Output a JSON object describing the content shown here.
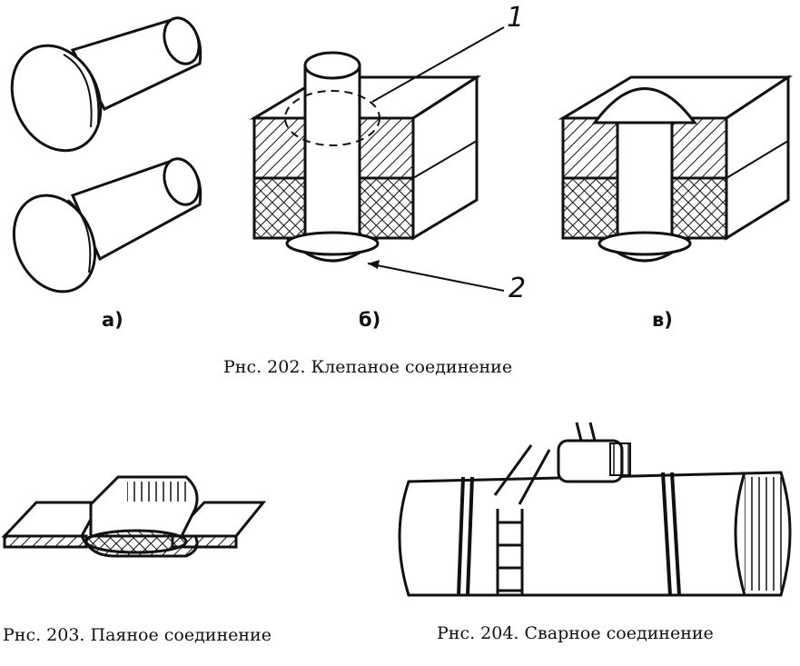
{
  "fig202": {
    "caption": "Рнс. 202. Клепаное соединение",
    "label_a": "а)",
    "label_b": "б)",
    "label_v": "в)",
    "callout_1": "1",
    "callout_2": "2"
  },
  "fig203": {
    "caption": "Рнс. 203. Паяное соединение"
  },
  "fig204": {
    "caption": "Рнс. 204. Сварное соединение"
  },
  "colors": {
    "ink": "#111111",
    "paper": "#ffffff"
  }
}
